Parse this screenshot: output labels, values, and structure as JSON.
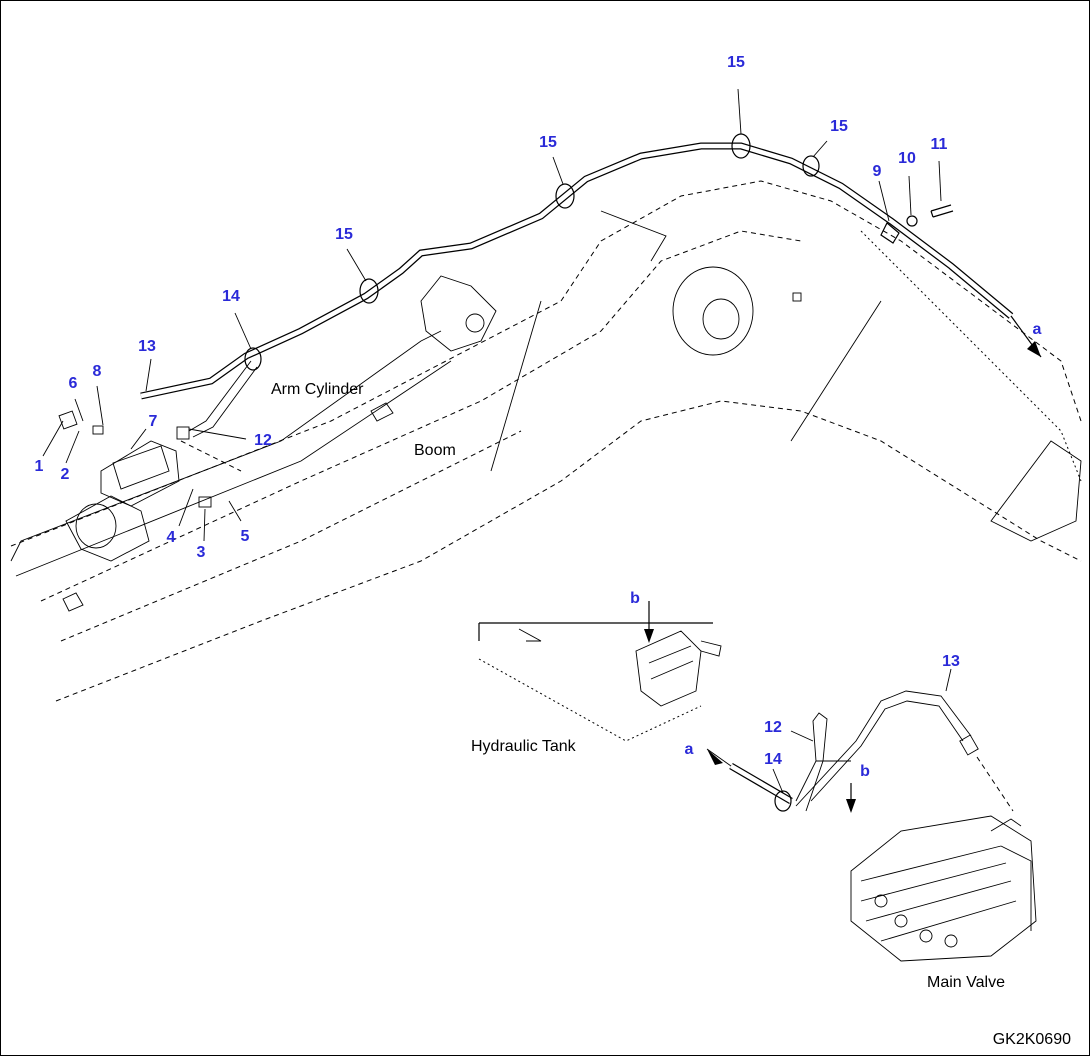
{
  "callouts": {
    "c1": "1",
    "c2": "2",
    "c3": "3",
    "c4": "4",
    "c5": "5",
    "c6": "6",
    "c7": "7",
    "c8": "8",
    "c9": "9",
    "c10": "10",
    "c11": "11",
    "c12": "12",
    "c13": "13",
    "c14": "14",
    "c15a": "15",
    "c15b": "15",
    "c15c": "15",
    "c15d": "15",
    "c12b": "12",
    "c13b": "13",
    "c14b": "14"
  },
  "markers": {
    "a_top": "a",
    "a_bottom": "a",
    "b_top": "b",
    "b_bottom": "b"
  },
  "labels": {
    "arm_cylinder": "Arm Cylinder",
    "boom": "Boom",
    "hydraulic_tank": "Hydraulic Tank",
    "main_valve": "Main Valve"
  },
  "drawing_code": "GK2K0690",
  "colors": {
    "callout": "#2a2ad8",
    "line": "#000000",
    "background": "#ffffff"
  }
}
